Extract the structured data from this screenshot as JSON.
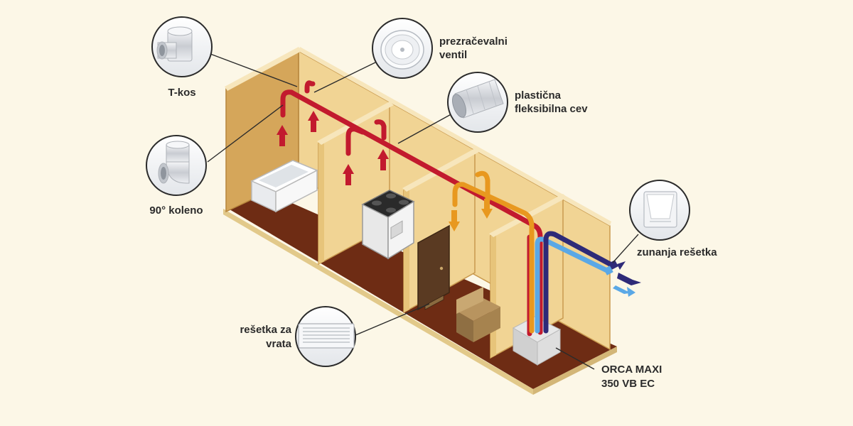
{
  "labels": {
    "t_kos": "T-kos",
    "koleno": "90° koleno",
    "ventil_1": "prezračevalni",
    "ventil_2": "ventil",
    "cev_1": "plastična",
    "cev_2": "fleksibilna cev",
    "zunanja": "zunanja rešetka",
    "vrata_1": "rešetka za",
    "vrata_2": "vrata",
    "orca_1": "ORCA MAXI",
    "orca_2": "350 VB EC"
  },
  "colors": {
    "background": "#fcf7e7",
    "wall": "#f1d494",
    "wall_dark": "#d5a65a",
    "wall_edge": "#c99a4f",
    "floor": "#6e2c14",
    "extract_duct": "#c21a2e",
    "supply_duct": "#e8981f",
    "intake_duct": "#5aa8e6",
    "exhaust_duct": "#2e2a78"
  },
  "icons": [
    "t-piece-icon",
    "elbow-icon",
    "valve-icon",
    "flex-duct-icon",
    "external-grille-icon",
    "door-grille-icon"
  ]
}
